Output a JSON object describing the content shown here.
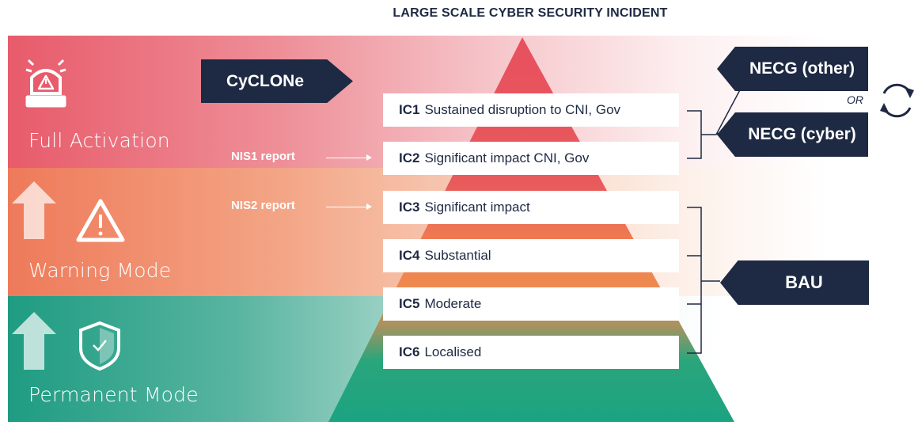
{
  "title": "LARGE SCALE CYBER SECURITY INCIDENT",
  "modes": [
    {
      "label": "Full Activation",
      "icon": "siren-icon"
    },
    {
      "label": "Warning Mode",
      "icon": "warning-icon"
    },
    {
      "label": "Permanent Mode",
      "icon": "shield-check-icon"
    }
  ],
  "cyclone": "CyCLONe",
  "reports": {
    "nis1": "NIS1 report",
    "nis2": "NIS2 report"
  },
  "incidents": [
    {
      "code": "IC1",
      "text": "Sustained disruption to CNI, Gov"
    },
    {
      "code": "IC2",
      "text": "Significant impact CNI, Gov"
    },
    {
      "code": "IC3",
      "text": "Significant impact"
    },
    {
      "code": "IC4",
      "text": "Substantial"
    },
    {
      "code": "IC5",
      "text": "Moderate"
    },
    {
      "code": "IC6",
      "text": "Localised"
    }
  ],
  "right_tags": {
    "necg_other": "NECG (other)",
    "or": "OR",
    "necg_cyber": "NECG (cyber)",
    "bau": "BAU"
  },
  "colors": {
    "navy": "#1e2943",
    "red": "#e85b6b",
    "orange": "#ee7a5a",
    "green": "#1e9c82",
    "pyramid_red": "#e8505f",
    "pyramid_orange": "#ef8050",
    "pyramid_green": "#1ba382"
  }
}
